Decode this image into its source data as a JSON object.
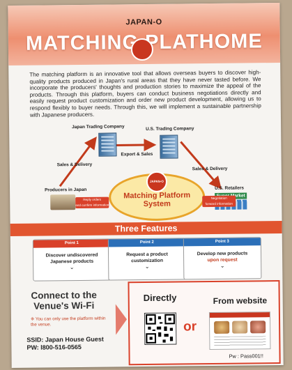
{
  "header": {
    "brand": "JAPAN-O",
    "title": "MATCHING PLATHOME"
  },
  "intro": {
    "text": "The matching platform is an innovative tool that allows overseas buyers to discover high-quality products produced in Japan's rural areas that they have never tasted before. We incorporate the producers' thoughts and production stories to maximize the appeal of the products. Through this platform, buyers can conduct business negotiations directly and easily request product customization and order new product development, allowing us to respond flexibly to buyer needs. Through this, we will implement a sustainable partnership with Japanese producers."
  },
  "diagram": {
    "jp_trading": "Japan Trading Company",
    "us_trading": "U.S. Trading Company",
    "export_sales": "Export & Sales",
    "sales_delivery_left": "Sales & Delivery",
    "sales_delivery_right": "Sales & Delivery",
    "producers": "Producers in Japan",
    "retailers": "U.S. Retailers",
    "supermarket": "Super Market",
    "platform_badge": "JAPAN-O",
    "platform_line1": "Matching Platform",
    "platform_line2": "System",
    "left_arrow_line1": "Reply orders",
    "left_arrow_line2": "and confirm information",
    "right_arrow_line1": "Negotiation",
    "right_arrow_line2": "forward information"
  },
  "features": {
    "heading": "Three Features",
    "items": [
      {
        "point": "Point 1",
        "line1": "Discover undiscovered",
        "line2": "Japanese products",
        "color": "#d9412a"
      },
      {
        "point": "Point 2",
        "line1": "Request a product",
        "line2": "customization",
        "color": "#2b6fb8"
      },
      {
        "point": "Point 3",
        "line1": "Develop new products",
        "line2": "upon request",
        "color": "#2b6fb8"
      }
    ]
  },
  "wifi": {
    "title_line1": "Connect to the",
    "title_line2": "Venue's Wi-Fi",
    "note": "※ You can only use the platform within the venue.",
    "ssid": "SSID: Japan House Guest",
    "pw": "PW: l800-516-0565"
  },
  "access": {
    "directly": "Directly",
    "or": "or",
    "from_website": "From website",
    "password": "Pw : Pass001!!"
  }
}
